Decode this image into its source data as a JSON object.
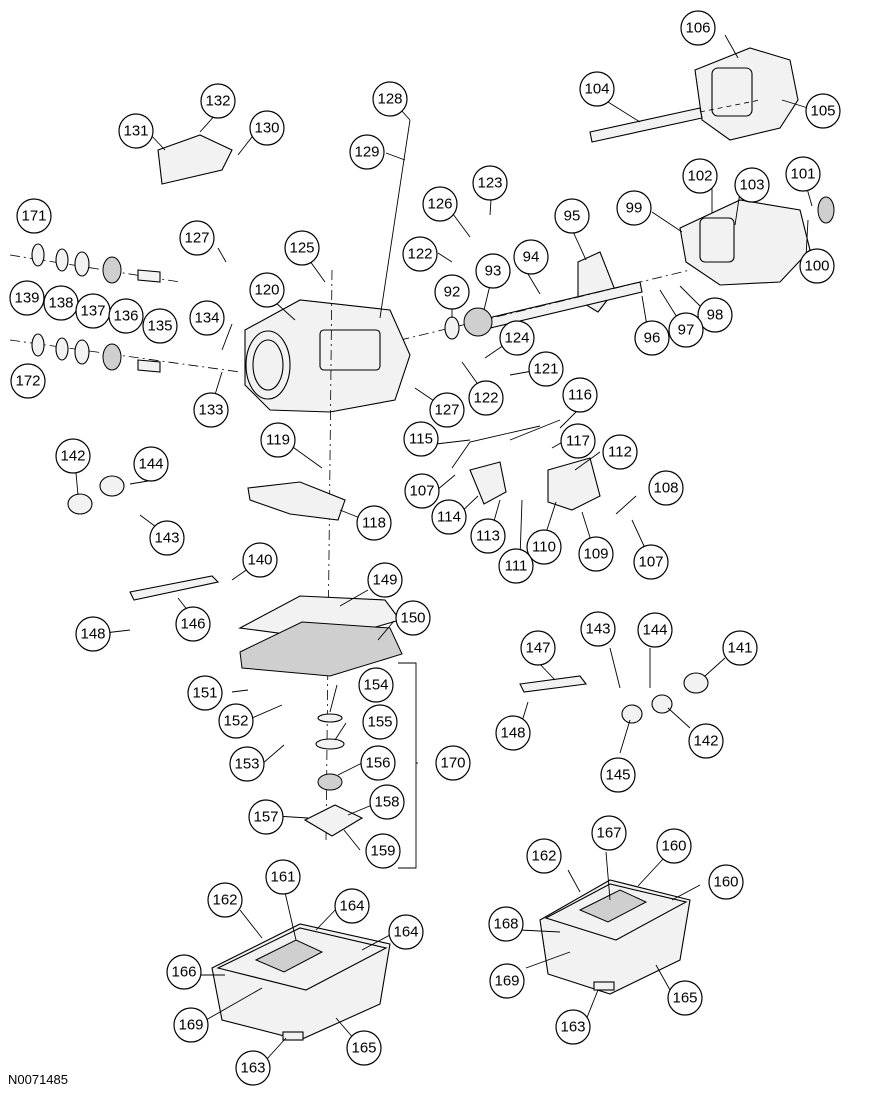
{
  "drawing_id": "N0071485",
  "callouts": [
    {
      "label": "106"
    },
    {
      "label": "104"
    },
    {
      "label": "105"
    },
    {
      "label": "132"
    },
    {
      "label": "131"
    },
    {
      "label": "130"
    },
    {
      "label": "128"
    },
    {
      "label": "129"
    },
    {
      "label": "123"
    },
    {
      "label": "126"
    },
    {
      "label": "102"
    },
    {
      "label": "103"
    },
    {
      "label": "101"
    },
    {
      "label": "99"
    },
    {
      "label": "95"
    },
    {
      "label": "171"
    },
    {
      "label": "127"
    },
    {
      "label": "125"
    },
    {
      "label": "122"
    },
    {
      "label": "94"
    },
    {
      "label": "100"
    },
    {
      "label": "120"
    },
    {
      "label": "93"
    },
    {
      "label": "92"
    },
    {
      "label": "139"
    },
    {
      "label": "138"
    },
    {
      "label": "137"
    },
    {
      "label": "136"
    },
    {
      "label": "135"
    },
    {
      "label": "134"
    },
    {
      "label": "98"
    },
    {
      "label": "97"
    },
    {
      "label": "96"
    },
    {
      "label": "124"
    },
    {
      "label": "172"
    },
    {
      "label": "121"
    },
    {
      "label": "133"
    },
    {
      "label": "122"
    },
    {
      "label": "127"
    },
    {
      "label": "116"
    },
    {
      "label": "115"
    },
    {
      "label": "117"
    },
    {
      "label": "119"
    },
    {
      "label": "112"
    },
    {
      "label": "142"
    },
    {
      "label": "144"
    },
    {
      "label": "107"
    },
    {
      "label": "108"
    },
    {
      "label": "114"
    },
    {
      "label": "118"
    },
    {
      "label": "113"
    },
    {
      "label": "110"
    },
    {
      "label": "143"
    },
    {
      "label": "111"
    },
    {
      "label": "109"
    },
    {
      "label": "107"
    },
    {
      "label": "140"
    },
    {
      "label": "149"
    },
    {
      "label": "146"
    },
    {
      "label": "148"
    },
    {
      "label": "150"
    },
    {
      "label": "143"
    },
    {
      "label": "144"
    },
    {
      "label": "147"
    },
    {
      "label": "141"
    },
    {
      "label": "151"
    },
    {
      "label": "154"
    },
    {
      "label": "152"
    },
    {
      "label": "155"
    },
    {
      "label": "148"
    },
    {
      "label": "142"
    },
    {
      "label": "153"
    },
    {
      "label": "156"
    },
    {
      "label": "170"
    },
    {
      "label": "145"
    },
    {
      "label": "157"
    },
    {
      "label": "158"
    },
    {
      "label": "159"
    },
    {
      "label": "167"
    },
    {
      "label": "160"
    },
    {
      "label": "162"
    },
    {
      "label": "161"
    },
    {
      "label": "164"
    },
    {
      "label": "160"
    },
    {
      "label": "162"
    },
    {
      "label": "168"
    },
    {
      "label": "164"
    },
    {
      "label": "169"
    },
    {
      "label": "166"
    },
    {
      "label": "165"
    },
    {
      "label": "169"
    },
    {
      "label": "163"
    },
    {
      "label": "165"
    },
    {
      "label": "163"
    }
  ]
}
